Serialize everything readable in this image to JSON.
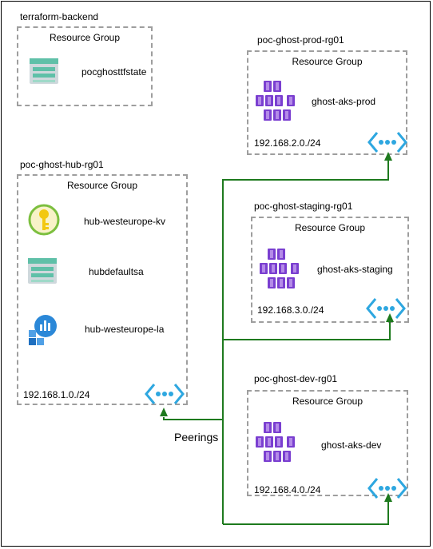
{
  "colors": {
    "link": "#1e7a1e",
    "dashed_border": "#9e9e9e",
    "aks_purple": "#7a3fd0",
    "vnet_blue": "#2ea7e0",
    "storage_teal": "#5fc0a8",
    "keyvault_yellow": "#f2c811"
  },
  "groups": {
    "backend": {
      "title": "terraform-backend",
      "label": "Resource Group",
      "resources": [
        {
          "icon": "storage-account-icon",
          "name": "pocghosttfstate"
        }
      ]
    },
    "hub": {
      "title": "poc-ghost-hub-rg01",
      "label": "Resource Group",
      "resources": [
        {
          "icon": "key-vault-icon",
          "name": "hub-westeurope-kv"
        },
        {
          "icon": "storage-account-icon",
          "name": "hubdefaultsa"
        },
        {
          "icon": "log-analytics-icon",
          "name": "hub-westeurope-la"
        }
      ],
      "cidr": "192.168.1.0./24"
    },
    "prod": {
      "title": "poc-ghost-prod-rg01",
      "label": "Resource Group",
      "aks": "ghost-aks-prod",
      "cidr": "192.168.2.0./24"
    },
    "staging": {
      "title": "poc-ghost-staging-rg01",
      "label": "Resource Group",
      "aks": "ghost-aks-staging",
      "cidr": "192.168.3.0./24"
    },
    "dev": {
      "title": "poc-ghost-dev-rg01",
      "label": "Resource Group",
      "aks": "ghost-aks-dev",
      "cidr": "192.168.4.0./24"
    }
  },
  "peerings_label": "Peerings"
}
